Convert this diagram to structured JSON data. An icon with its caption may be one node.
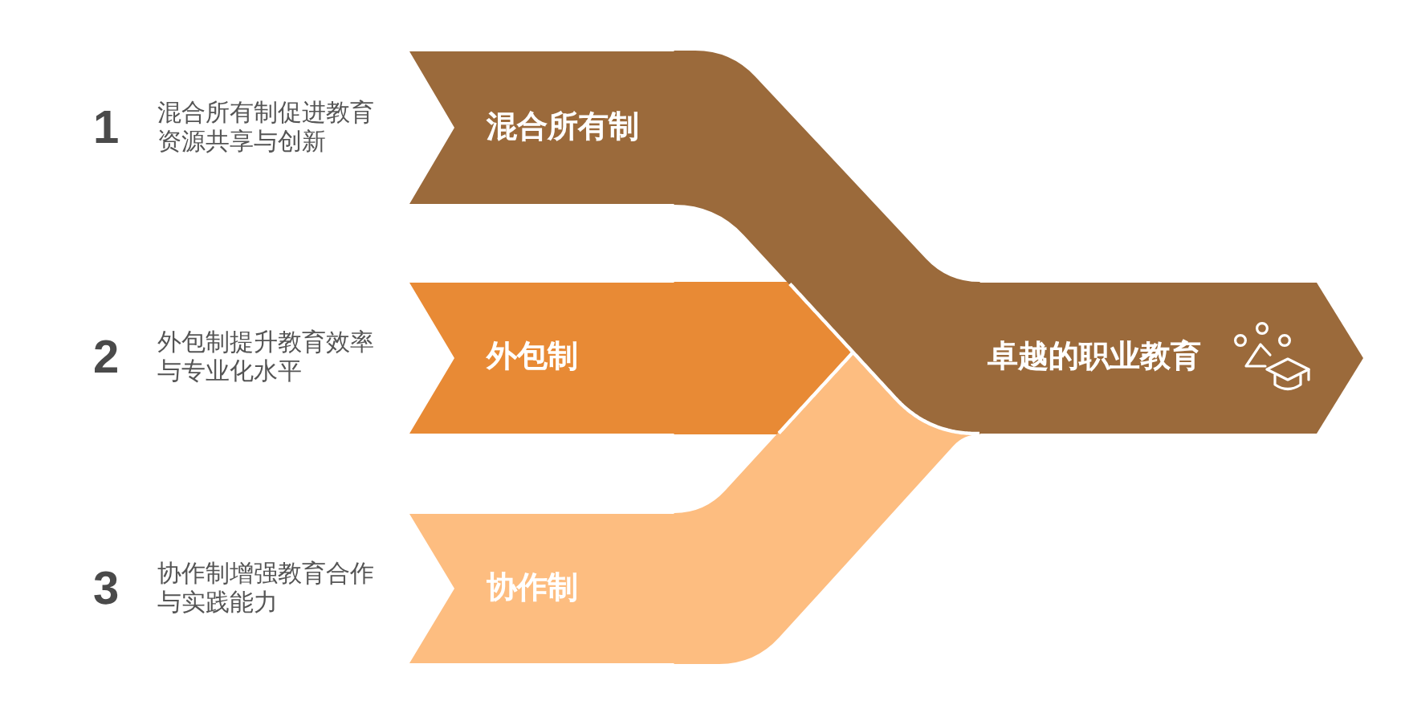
{
  "diagram": {
    "nodes": [
      {
        "text": [
          "混合所有制"
        ],
        "beside": [
          "1",
          "混合所有制促进教育资源共享与创新"
        ]
      },
      {
        "text": [
          "外包制"
        ],
        "beside": [
          "2",
          "外包制提升教育效率与专业化水平"
        ]
      },
      {
        "text": [
          "协作制"
        ],
        "beside": [
          "3",
          "协作制增强教育合作与实践能力"
        ]
      },
      {
        "text": [
          "卓越的职业教育"
        ]
      }
    ],
    "edges": [
      {
        "from": 0,
        "to": 3,
        "arrow": "none",
        "color": "#9b6a3b"
      },
      {
        "from": 1,
        "to": 3,
        "arrow": "to",
        "color": "#e88a35"
      },
      {
        "from": 2,
        "to": 3,
        "arrow": "none",
        "color": "#fdbd80"
      }
    ]
  }
}
